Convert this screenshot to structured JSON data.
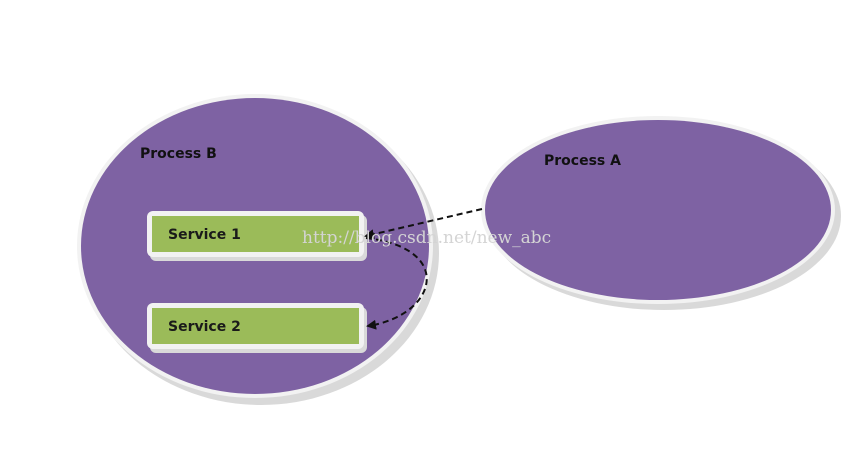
{
  "diagram": {
    "process_b": {
      "label": "Process B"
    },
    "process_a": {
      "label": "Process A"
    },
    "services": [
      {
        "label": "Service 1"
      },
      {
        "label": "Service 2"
      }
    ],
    "watermark": "http://blog.csdn.net/new_abc"
  },
  "colors": {
    "process_fill": "#7e62a3",
    "service_fill": "#9bbb59",
    "arrow": "#111111"
  }
}
